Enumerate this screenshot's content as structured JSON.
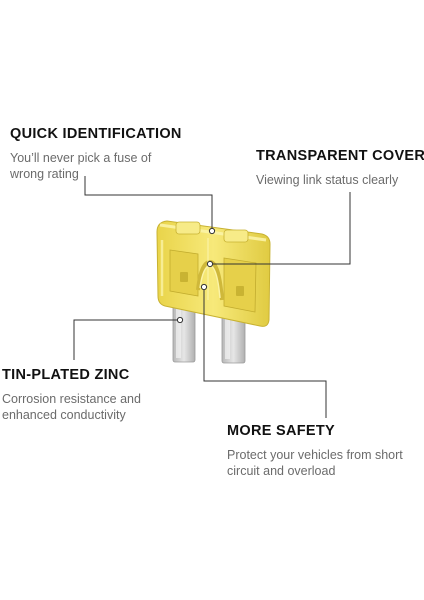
{
  "callouts": {
    "quick_identification": {
      "title": "QUICK IDENTIFICATION",
      "line1": "You’ll never pick a fuse of",
      "line2": "wrong rating"
    },
    "transparent_cover": {
      "title": "TRANSPARENT COVER",
      "line1": "Viewing link status clearly"
    },
    "tin_plated_zinc": {
      "title": "TIN-PLATED ZINC",
      "line1": "Corrosion resistance and",
      "line2": "enhanced conductivity"
    },
    "more_safety": {
      "title": "MORE SAFETY",
      "line1": "Protect your vehicles from short",
      "line2": "circuit and overload"
    }
  },
  "colors": {
    "fuse_body": "#f3e25a",
    "fuse_highlight": "#fbf3a6",
    "fuse_shadow": "#d9c43c",
    "terminal": "#c9c9c9",
    "leader_line": "#333333"
  }
}
